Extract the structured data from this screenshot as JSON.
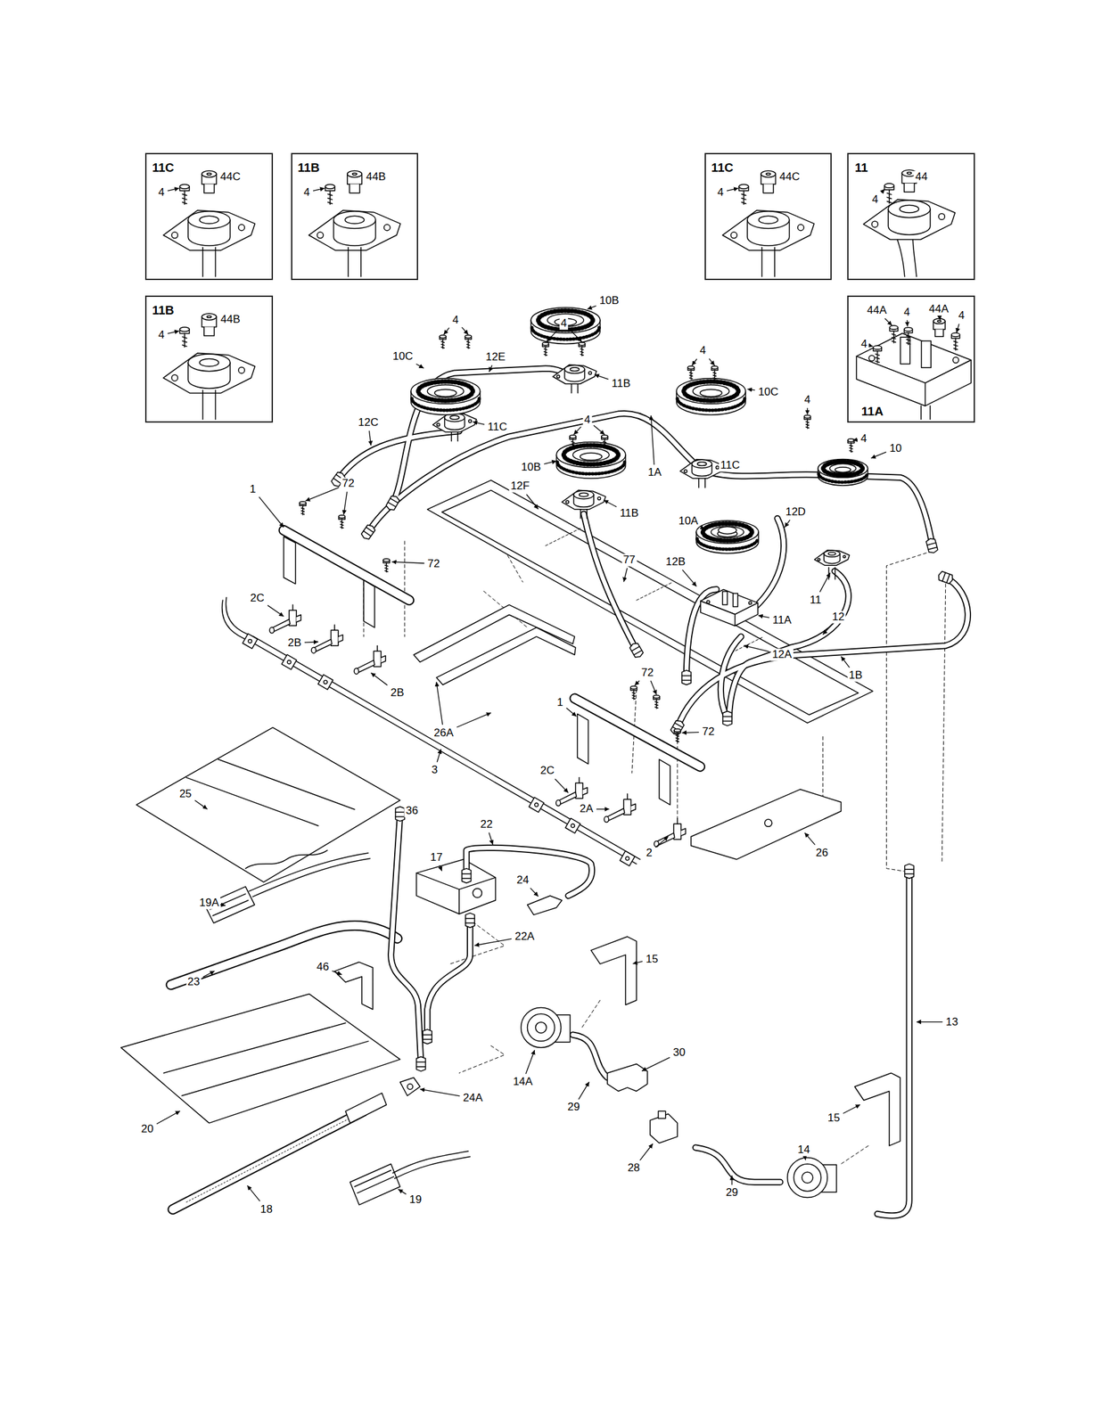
{
  "diagram": {
    "nodes": [
      {
        "text": [
          "11C",
          "4",
          "44C"
        ]
      },
      {
        "text": [
          "11B",
          "4",
          "44B"
        ]
      },
      {
        "text": [
          "11B",
          "4",
          "44B"
        ]
      },
      {
        "text": [
          "11C",
          "4",
          "44C"
        ]
      },
      {
        "text": [
          "11",
          "4",
          "44"
        ]
      },
      {
        "text": [
          "44A",
          "4",
          "44A",
          "4",
          "4",
          "11A"
        ]
      }
    ],
    "labels": [
      "4",
      "10B",
      "4",
      "10C",
      "12E",
      "11B",
      "4",
      "10C",
      "4",
      "4",
      "4",
      "12C",
      "11C",
      "1A",
      "11C",
      "10",
      "10B",
      "12F",
      "12D",
      "10A",
      "72",
      "1",
      "11B",
      "72",
      "77",
      "12B",
      "11",
      "11A",
      "12",
      "12A",
      "2C",
      "2B",
      "2B",
      "26A",
      "1B",
      "72",
      "1",
      "72",
      "2C",
      "2A",
      "2",
      "26",
      "3",
      "25",
      "36",
      "22",
      "17",
      "24",
      "19A",
      "23",
      "46",
      "22A",
      "15",
      "13",
      "30",
      "14A",
      "29",
      "24A",
      "20",
      "28",
      "15",
      "14",
      "29",
      "18",
      "19"
    ]
  }
}
